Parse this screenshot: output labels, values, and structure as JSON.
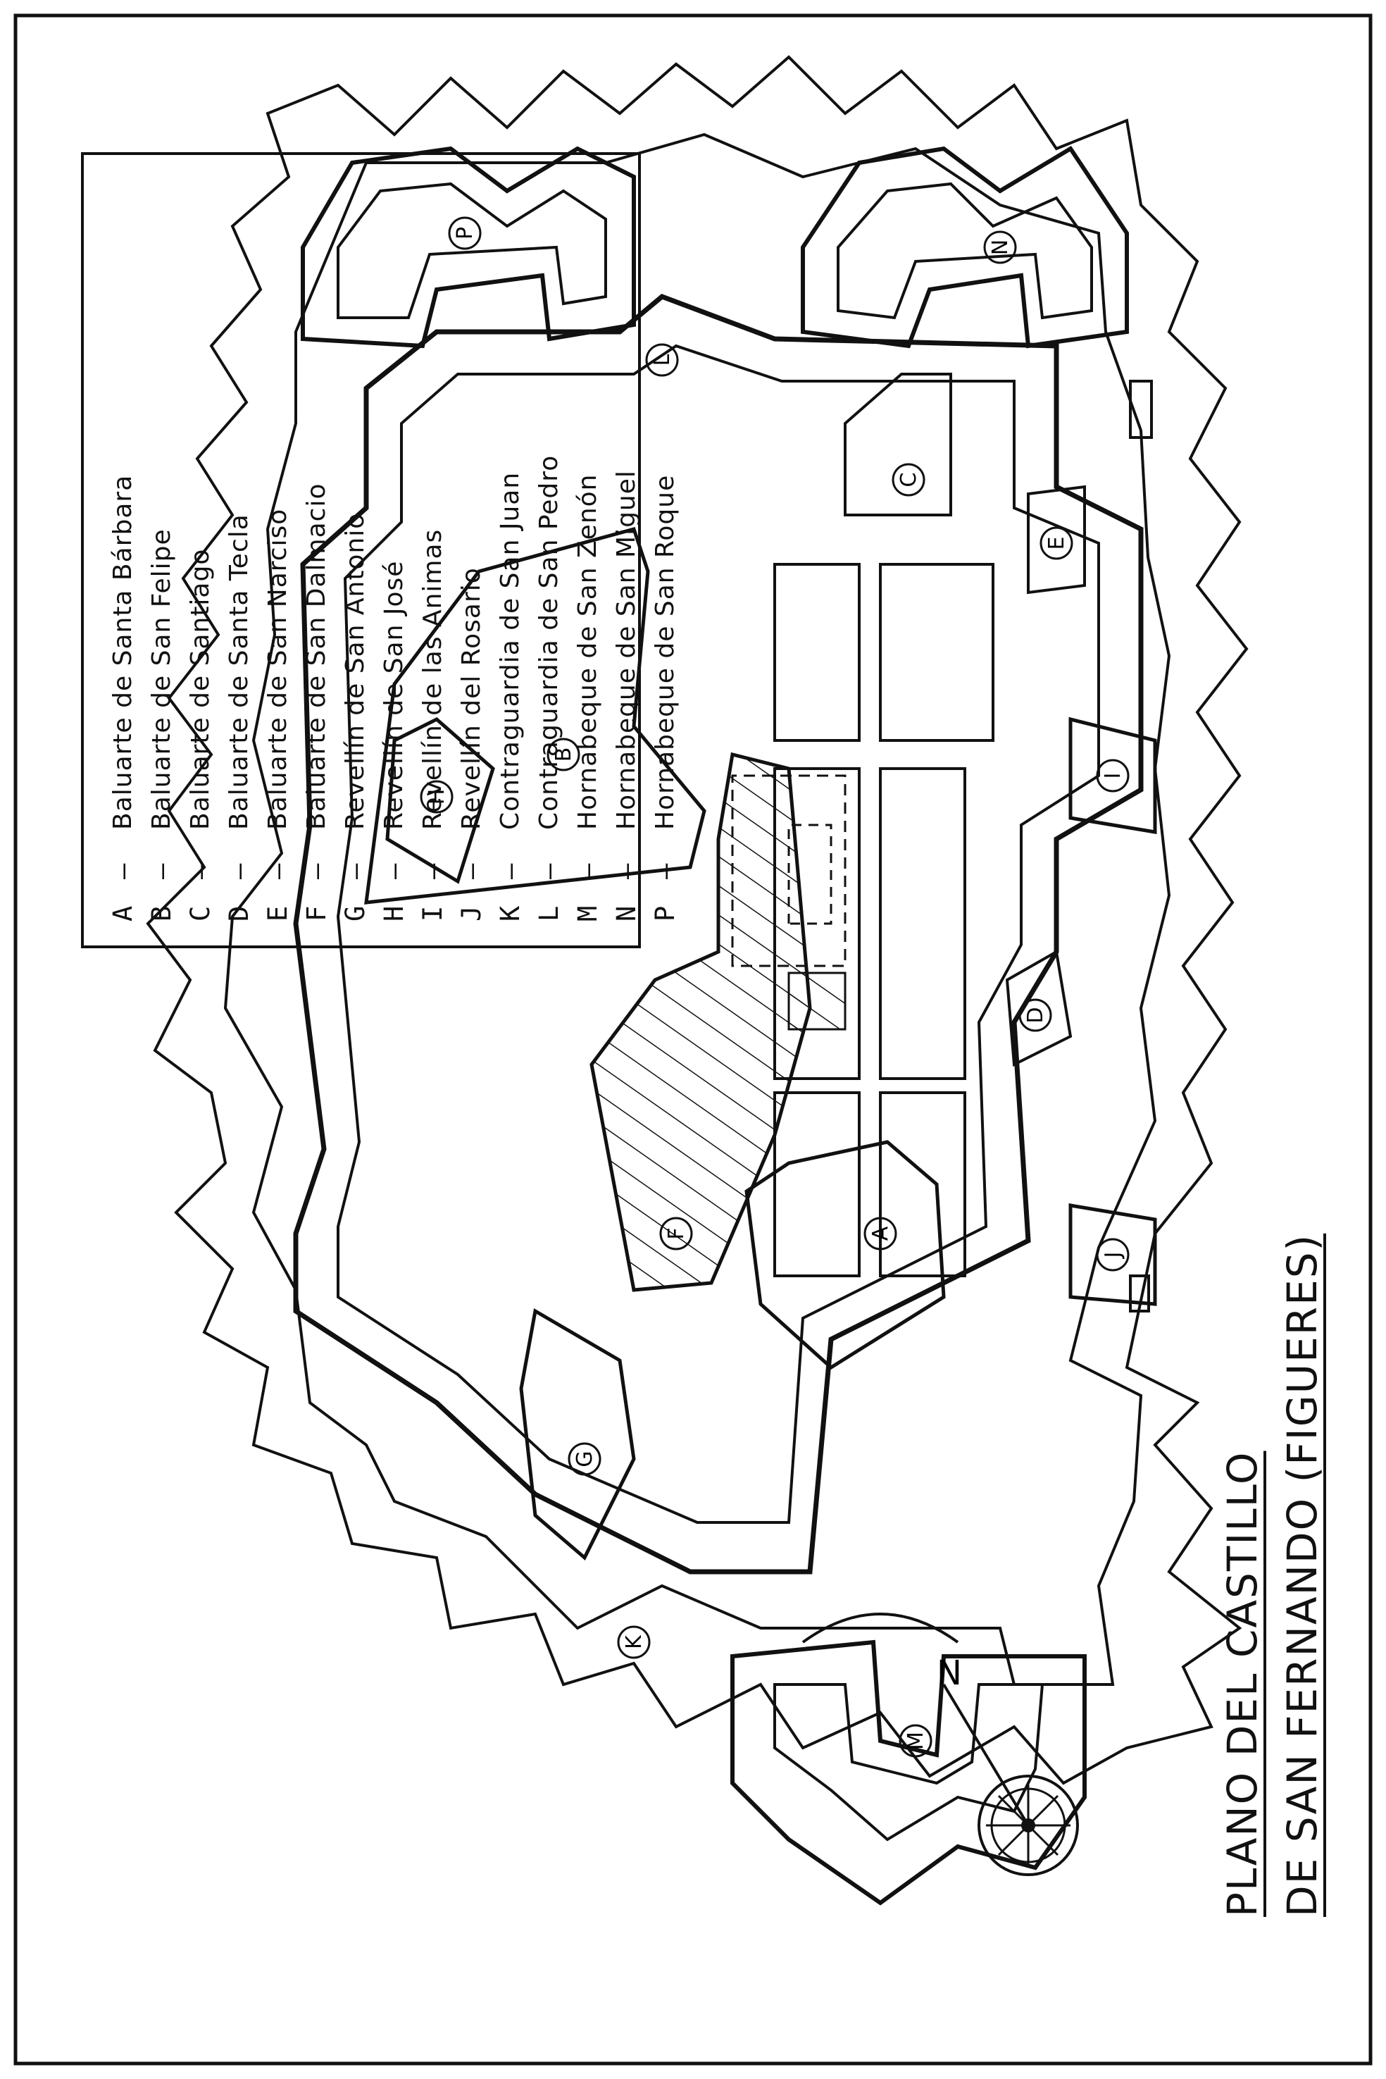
{
  "title": {
    "line1": "PLANO DEL CASTILLO",
    "line2": "DE SAN FERNANDO (FIGUERES)"
  },
  "compass": {
    "north_letter": "N"
  },
  "legend": [
    {
      "code": "A",
      "name": "Baluarte de Santa Bárbara"
    },
    {
      "code": "B",
      "name": "Baluarte de San Felipe"
    },
    {
      "code": "C",
      "name": "Baluarte de Santiago"
    },
    {
      "code": "D",
      "name": "Baluarte de Santa Tecla"
    },
    {
      "code": "E",
      "name": "Baluarte de San Narciso"
    },
    {
      "code": "F",
      "name": "Baluarte de San Dalmacio"
    },
    {
      "code": "G",
      "name": "Revellín de San Antonio"
    },
    {
      "code": "H",
      "name": "Revellín de San José"
    },
    {
      "code": "I",
      "name": "Revellín de las Animas"
    },
    {
      "code": "J",
      "name": "Revellín del Rosario"
    },
    {
      "code": "K",
      "name": "Contraguardia de San Juan"
    },
    {
      "code": "L",
      "name": "Contraguardia de San Pedro"
    },
    {
      "code": "M",
      "name": "Hornabeque de San Zenón"
    },
    {
      "code": "N",
      "name": "Hornabeque de San Miguel"
    },
    {
      "code": "P",
      "name": "Hornabeque de San Roque"
    }
  ],
  "map_labels": {
    "A": "A",
    "B": "B",
    "C": "C",
    "D": "D",
    "E": "E",
    "F": "F",
    "G": "G",
    "H": "H",
    "I": "I",
    "J": "J",
    "K": "K",
    "L": "L",
    "M": "M",
    "N": "N",
    "P": "P"
  }
}
